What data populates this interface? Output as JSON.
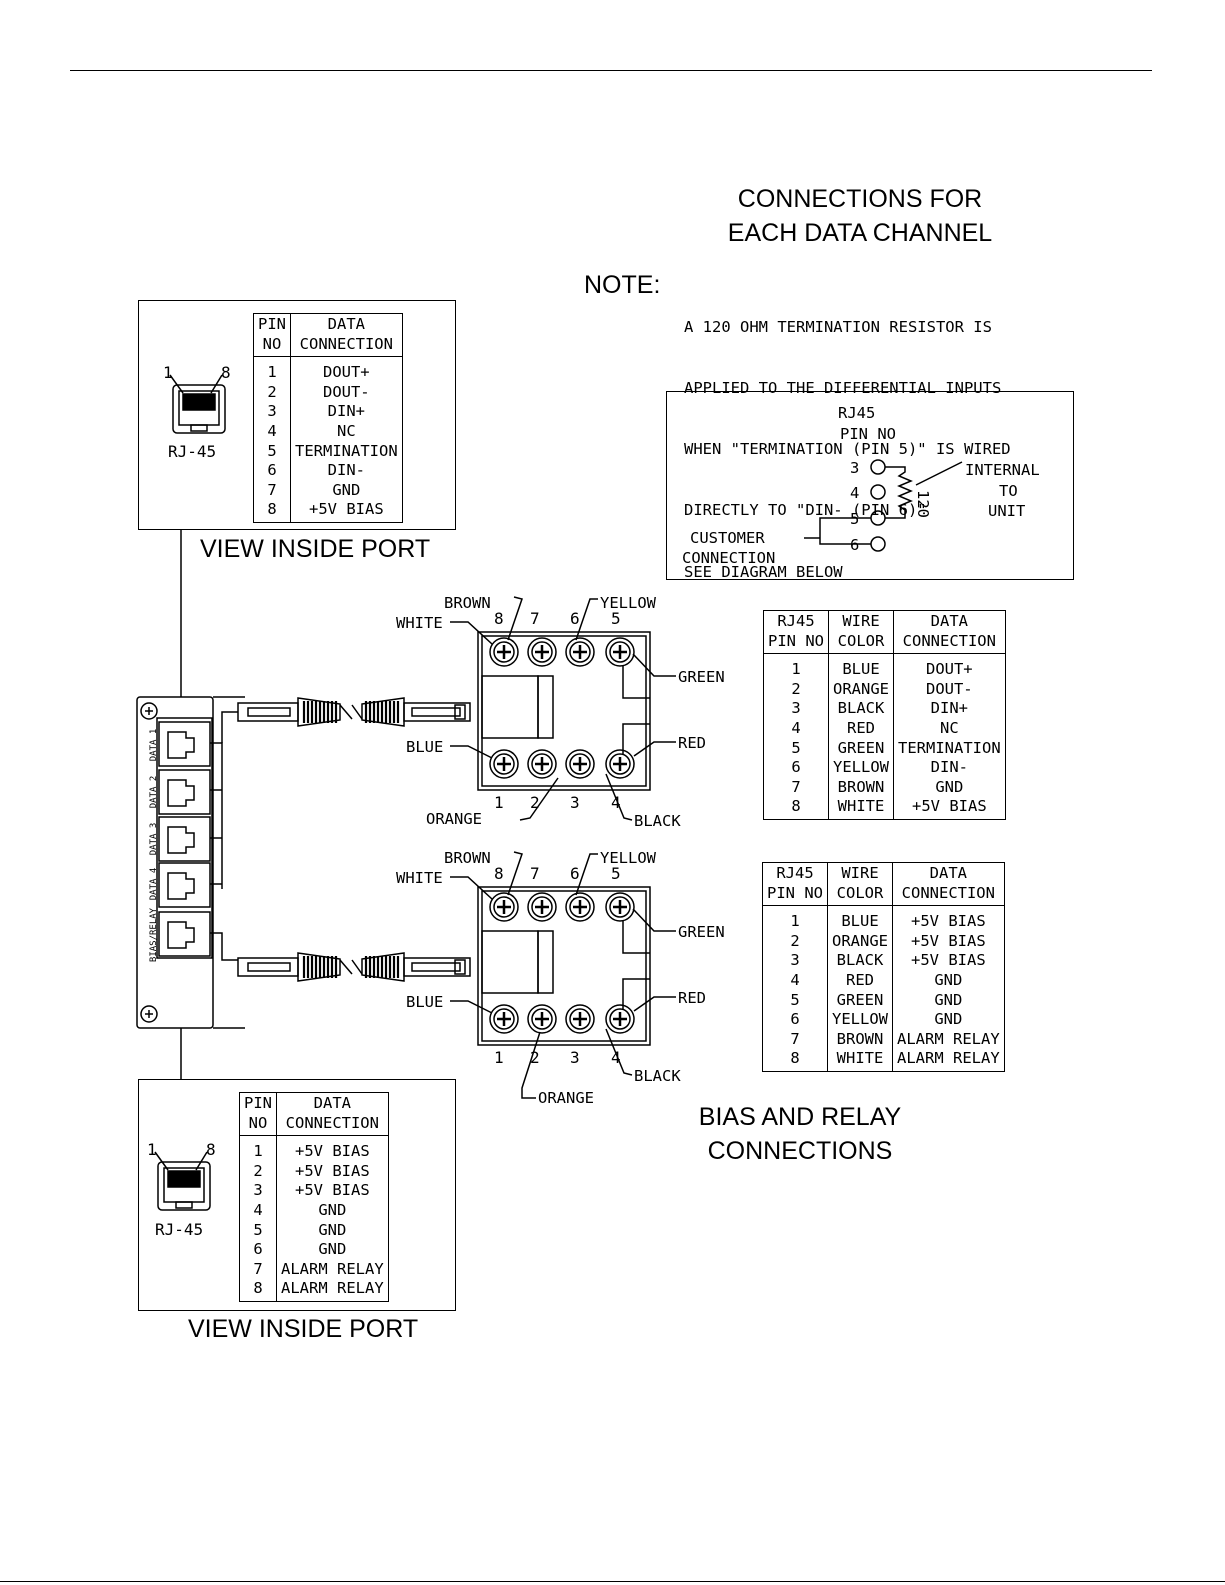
{
  "titles": {
    "data_channel_line1": "CONNECTIONS FOR",
    "data_channel_line2": "EACH DATA CHANNEL",
    "bias_line1": "BIAS AND RELAY",
    "bias_line2": "CONNECTIONS",
    "view_inside_port_top": "VIEW INSIDE PORT",
    "view_inside_port_bottom": "VIEW INSIDE PORT"
  },
  "note": {
    "label": "NOTE:",
    "lines": [
      "A 120 OHM TERMINATION RESISTOR IS",
      "APPLIED TO THE DIFFERENTIAL INPUTS",
      "WHEN \"TERMINATION (PIN 5)\" IS WIRED",
      "DIRECTLY TO \"DIN- (PIN 6)\"",
      "SEE DIAGRAM BELOW"
    ]
  },
  "resistor_diagram": {
    "title_line1": "RJ45",
    "title_line2": "PIN NO",
    "pins": [
      "3",
      "4",
      "5",
      "6"
    ],
    "resistor_value": "120",
    "internal_line1": "INTERNAL",
    "internal_line2": "TO",
    "internal_line3": "UNIT",
    "customer_line1": "CUSTOMER",
    "customer_line2": "CONNECTION"
  },
  "port_top": {
    "pin_label_1": "1",
    "pin_label_8": "8",
    "connector_label": "RJ-45",
    "headers": [
      "PIN NO",
      "DATA CONNECTION"
    ],
    "header_lines": [
      [
        "PIN",
        "NO"
      ],
      [
        "DATA",
        "CONNECTION"
      ]
    ],
    "rows": [
      [
        "1",
        "DOUT+"
      ],
      [
        "2",
        "DOUT-"
      ],
      [
        "3",
        "DIN+"
      ],
      [
        "4",
        "NC"
      ],
      [
        "5",
        "TERMINATION"
      ],
      [
        "6",
        "DIN-"
      ],
      [
        "7",
        "GND"
      ],
      [
        "8",
        "+5V BIAS"
      ]
    ]
  },
  "port_bottom": {
    "pin_label_1": "1",
    "pin_label_8": "8",
    "connector_label": "RJ-45",
    "header_lines": [
      [
        "PIN",
        "NO"
      ],
      [
        "DATA",
        "CONNECTION"
      ]
    ],
    "rows": [
      [
        "1",
        "+5V BIAS"
      ],
      [
        "2",
        "+5V BIAS"
      ],
      [
        "3",
        "+5V BIAS"
      ],
      [
        "4",
        "GND"
      ],
      [
        "5",
        "GND"
      ],
      [
        "6",
        "GND"
      ],
      [
        "7",
        "ALARM RELAY"
      ],
      [
        "8",
        "ALARM RELAY"
      ]
    ]
  },
  "wire_table_data": {
    "header_lines": [
      [
        "RJ45",
        "PIN NO"
      ],
      [
        "WIRE",
        "COLOR"
      ],
      [
        "DATA",
        "CONNECTION"
      ]
    ],
    "rows": [
      [
        "1",
        "BLUE",
        "DOUT+"
      ],
      [
        "2",
        "ORANGE",
        "DOUT-"
      ],
      [
        "3",
        "BLACK",
        "DIN+"
      ],
      [
        "4",
        "RED",
        "NC"
      ],
      [
        "5",
        "GREEN",
        "TERMINATION"
      ],
      [
        "6",
        "YELLOW",
        "DIN-"
      ],
      [
        "7",
        "BROWN",
        "GND"
      ],
      [
        "8",
        "WHITE",
        "+5V BIAS"
      ]
    ]
  },
  "wire_table_bias": {
    "header_lines": [
      [
        "RJ45",
        "PIN NO"
      ],
      [
        "WIRE",
        "COLOR"
      ],
      [
        "DATA",
        "CONNECTION"
      ]
    ],
    "rows": [
      [
        "1",
        "BLUE",
        "+5V BIAS"
      ],
      [
        "2",
        "ORANGE",
        "+5V BIAS"
      ],
      [
        "3",
        "BLACK",
        "+5V BIAS"
      ],
      [
        "4",
        "RED",
        "GND"
      ],
      [
        "5",
        "GREEN",
        "GND"
      ],
      [
        "6",
        "YELLOW",
        "GND"
      ],
      [
        "7",
        "BROWN",
        "ALARM RELAY"
      ],
      [
        "8",
        "WHITE",
        "ALARM RELAY"
      ]
    ]
  },
  "terminal_block_data": {
    "top_pins": [
      "8",
      "7",
      "6",
      "5"
    ],
    "bottom_pins": [
      "1",
      "2",
      "3",
      "4"
    ],
    "labels": {
      "brown": "BROWN",
      "yellow": "YELLOW",
      "white": "WHITE",
      "green": "GREEN",
      "blue": "BLUE",
      "red": "RED",
      "orange": "ORANGE",
      "black": "BLACK"
    }
  },
  "terminal_block_bias": {
    "top_pins": [
      "8",
      "7",
      "6",
      "5"
    ],
    "bottom_pins": [
      "1",
      "2",
      "3",
      "4"
    ],
    "labels": {
      "brown": "BROWN",
      "yellow": "YELLOW",
      "white": "WHITE",
      "green": "GREEN",
      "blue": "BLUE",
      "red": "RED",
      "orange": "ORANGE",
      "black": "BLACK"
    }
  },
  "panel": {
    "port_labels": [
      "DATA 1",
      "DATA 2",
      "DATA 3",
      "DATA 4",
      "BIAS/RELAY"
    ]
  }
}
